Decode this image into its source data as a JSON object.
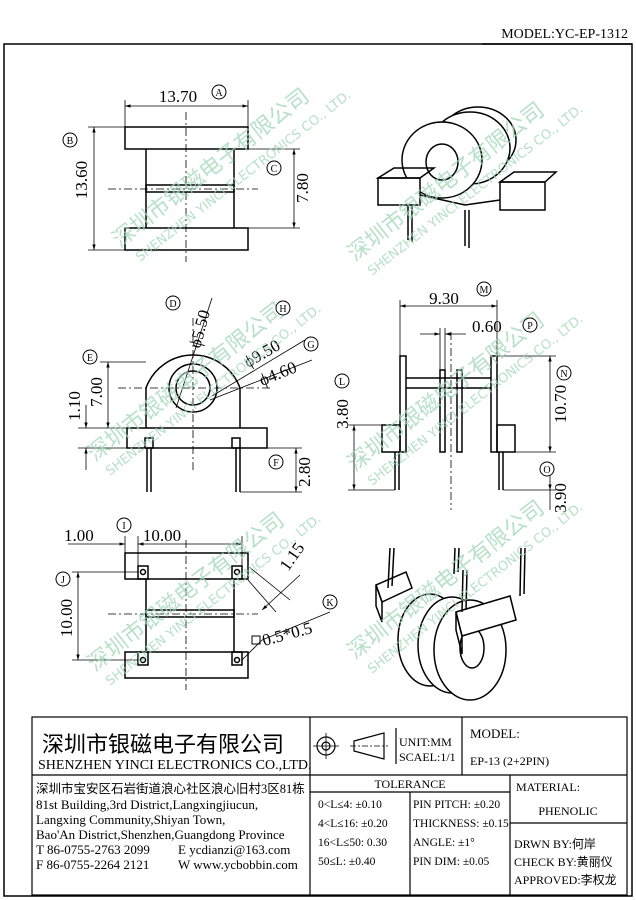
{
  "model_header": "MODEL:YC-EP-1312",
  "watermark": {
    "cn": "深圳市银磁电子有限公司",
    "en": "SHENZHEN YINCI ELECTRONICS CO., LTD."
  },
  "dimensions": {
    "A": "13.70",
    "B": "13.60",
    "C": "7.80",
    "D": "ϕ5.50",
    "H": "ϕ9.50",
    "G": "ϕ4.60",
    "E": "7.00",
    "E2": "1.10",
    "F": "2.80",
    "M": "9.30",
    "P": "0.60",
    "N": "10.70",
    "L": "3.80",
    "O": "3.90",
    "I1": "1.00",
    "I2": "10.00",
    "J": "10.00",
    "S": "1.15",
    "K": "0.5*0.5"
  },
  "markers": {
    "A": "A",
    "B": "B",
    "C": "C",
    "D": "D",
    "E": "E",
    "F": "F",
    "G": "G",
    "H": "H",
    "I": "I",
    "J": "J",
    "K": "K",
    "L": "L",
    "M": "M",
    "N": "N",
    "O": "O",
    "P": "P"
  },
  "title_block": {
    "company_cn": "深圳市银磁电子有限公司",
    "company_en": "SHENZHEN YINCI ELECTRONICS CO.,LTD.",
    "address": [
      "深圳市宝安区石岩街道浪心社区浪心旧村3区81栋",
      "81st Building,3rd District,Langxingjiucun,",
      "Langxing Community,Shiyan Town,",
      "Bao'An District,Shenzhen,Guangdong Province"
    ],
    "tel": "T 86-0755-2763 2099",
    "email": "E ycdianzi@163.com",
    "fax": "F 86-0755-2264 2121",
    "web": "W www.ycbobbin.com",
    "unit": "UNIT:MM",
    "scale": "SCAEL:1/1",
    "model_label": "MODEL:",
    "model_value": "EP-13 (2+2PIN)",
    "tolerance_title": "TOLERANCE",
    "tol_left": [
      "0<L≤4: ±0.10",
      "4<L≤16: ±0.20",
      "16<L≤50: 0.30",
      "50≤L: ±0.40"
    ],
    "tol_right": [
      "PIN PITCH: ±0.20",
      "THICKNESS: ±0.15",
      "ANGLE: ±1°",
      "PIN DIM: ±0.05"
    ],
    "material_label": "MATERIAL:",
    "material_value": "PHENOLIC",
    "drawn": "DRWN BY:何岸",
    "check": "CHECK BY:黄丽仪",
    "approved": "APPROVED:李权龙"
  }
}
